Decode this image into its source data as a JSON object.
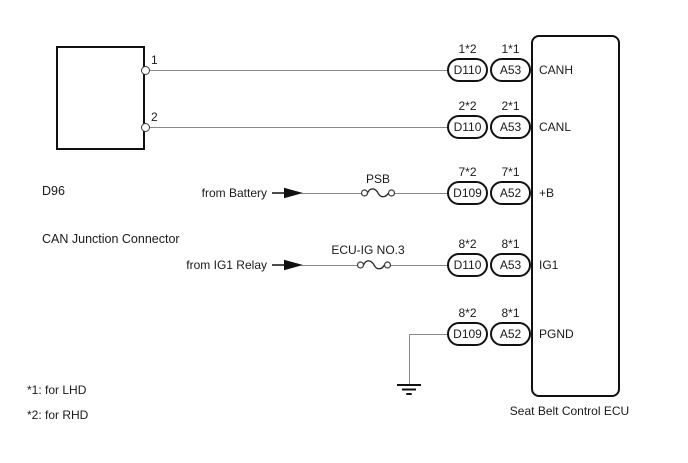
{
  "junction": {
    "id": "D96",
    "name": "CAN Junction Connector",
    "pin1": "1",
    "pin2": "2"
  },
  "ecu": {
    "label": "Seat Belt Control ECU"
  },
  "rows": [
    {
      "tag2": "1*2",
      "tag1": "1*1",
      "conn2": "D110",
      "conn1": "A53",
      "pin": "CANH"
    },
    {
      "tag2": "2*2",
      "tag1": "2*1",
      "conn2": "D110",
      "conn1": "A53",
      "pin": "CANL"
    },
    {
      "tag2": "7*2",
      "tag1": "7*1",
      "conn2": "D109",
      "conn1": "A52",
      "pin": "+B",
      "source": "from Battery",
      "fuse": "PSB"
    },
    {
      "tag2": "8*2",
      "tag1": "8*1",
      "conn2": "D110",
      "conn1": "A53",
      "pin": "IG1",
      "source": "from IG1 Relay",
      "fuse": "ECU-IG NO.3"
    },
    {
      "tag2": "8*2",
      "tag1": "8*1",
      "conn2": "D109",
      "conn1": "A52",
      "pin": "PGND",
      "grounded": true
    }
  ],
  "footnotes": {
    "note1": "*1: for LHD",
    "note2": "*2: for RHD"
  },
  "colors": {
    "wire": "#8a8a8a",
    "outline": "#111111",
    "text": "#1a1a1a",
    "background": "#ffffff"
  }
}
